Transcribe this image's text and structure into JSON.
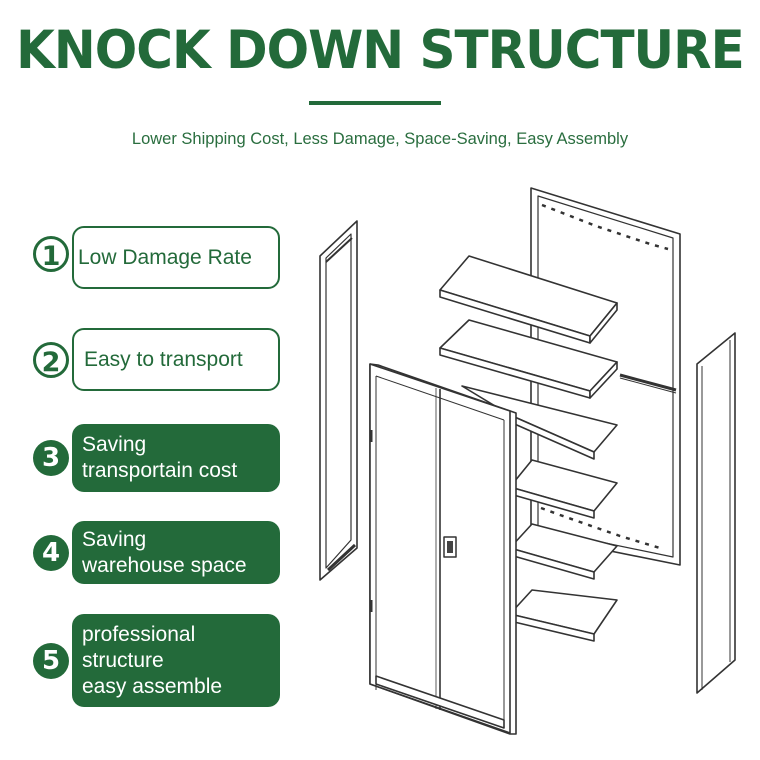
{
  "title": "KNOCK DOWN STRUCTURE",
  "subtitle": "Lower Shipping Cost, Less Damage, Space-Saving, Easy Assembly",
  "colors": {
    "brand_green": "#236a3a",
    "text_green": "#2a6e3f",
    "line": "#333333"
  },
  "features": [
    {
      "number": "1",
      "label": "Low Damage Rate",
      "style": "outline"
    },
    {
      "number": "2",
      "label": "Easy to transport",
      "style": "outline"
    },
    {
      "number": "3",
      "label": "Saving\ntransportain cost",
      "style": "solid"
    },
    {
      "number": "4",
      "label": "Saving\nwarehouse space",
      "style": "solid"
    },
    {
      "number": "5",
      "label": "professional\nstructure\neasy assemble",
      "style": "solid"
    }
  ],
  "illustration": {
    "icon": "exploded-cabinet-illustration"
  }
}
